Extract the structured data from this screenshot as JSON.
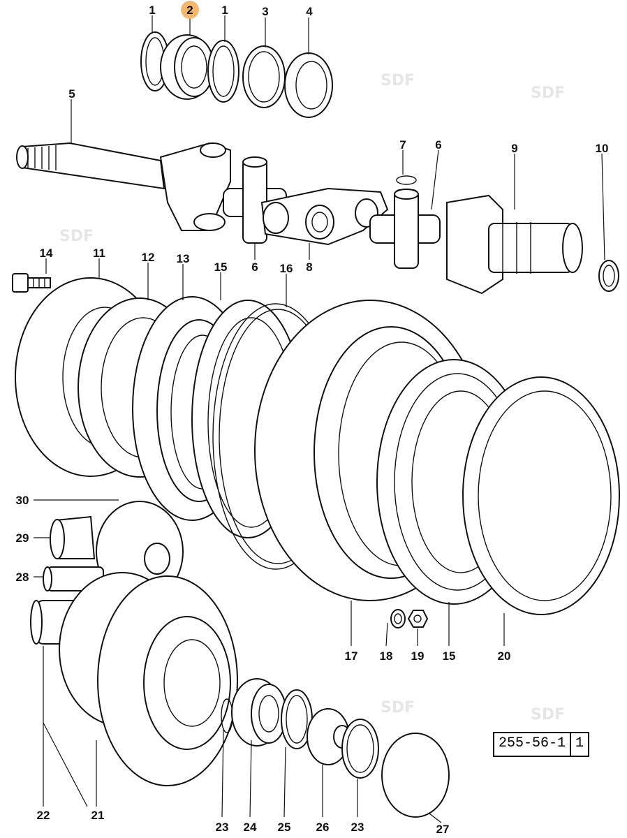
{
  "watermark": "SDF",
  "highlight_color": "#f2b872",
  "highlighted_label": "2",
  "labels": {
    "l1a": "1",
    "l2": "2",
    "l1b": "1",
    "l3": "3",
    "l4": "4",
    "l5": "5",
    "l7": "7",
    "l6a": "6",
    "l9": "9",
    "l10": "10",
    "l6b": "6",
    "l8": "8",
    "l14": "14",
    "l11": "11",
    "l12": "12",
    "l13": "13",
    "l15a": "15",
    "l16": "16",
    "l30": "30",
    "l29": "29",
    "l28": "28",
    "l17": "17",
    "l18": "18",
    "l19": "19",
    "l15b": "15",
    "l20": "20",
    "l22": "22",
    "l21": "21",
    "l23a": "23",
    "l24": "24",
    "l25": "25",
    "l26": "26",
    "l23b": "23",
    "l27": "27"
  },
  "reference": {
    "code": "255-56-1",
    "sheet": "1"
  }
}
